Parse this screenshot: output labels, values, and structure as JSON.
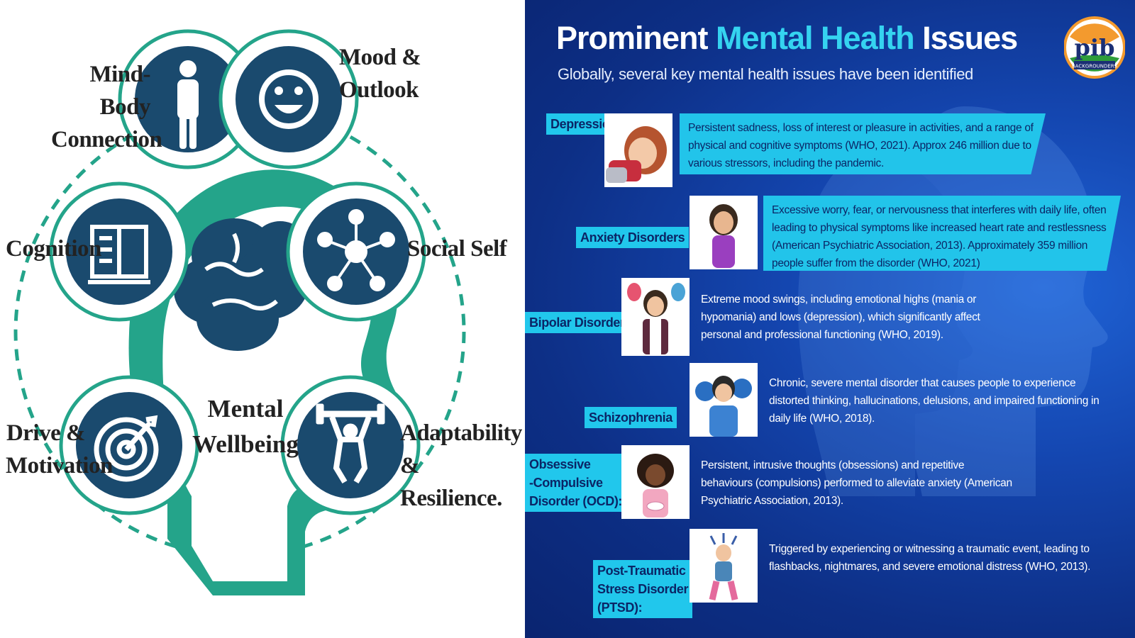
{
  "left": {
    "center_label": "Mental\nWellbeing",
    "labels": {
      "mind_body": "Mind-Body\nConnection",
      "mood": "Mood &\nOutlook",
      "cognition": "Cognition",
      "social": "Social Self",
      "drive": "Drive &\nMotivation",
      "adapt": "Adaptability &\nResilience."
    },
    "icons": [
      "person-icon",
      "smiley-icon",
      "book-icon",
      "network-icon",
      "target-icon",
      "weightlifter-icon",
      "brain-icon"
    ],
    "colors": {
      "teal": "#24a48a",
      "navy": "#1a4a6e",
      "ring_border": "#24a48a"
    }
  },
  "right": {
    "title_part1": "Prominent ",
    "title_highlight": "Mental Health",
    "title_part2": " Issues",
    "subtitle": "Globally, several key mental health issues have been identified",
    "logo_text": "pib",
    "logo_subtext": "BACKGROUNDERS",
    "issues": [
      {
        "name": "Depression",
        "description": "Persistent sadness, loss of interest or pleasure in activities, and a range of physical and cognitive symptoms (WHO, 2021). Approx 246 million due to various stressors, including the pandemic."
      },
      {
        "name": "Anxiety Disorders",
        "description": "Excessive worry, fear, or nervousness that interferes with daily life, often leading to physical symptoms like increased heart rate and restlessness (American Psychiatric Association, 2013). Approximately 359 million people suffer from the disorder (WHO, 2021)"
      },
      {
        "name": "Bipolar Disorder",
        "description": "Extreme mood swings, including emotional highs (mania or hypomania) and lows (depression), which significantly affect personal and professional functioning (WHO, 2019)."
      },
      {
        "name": "Schizophrenia",
        "description": "Chronic, severe mental disorder that causes people to experience distorted thinking, hallucinations, delusions, and impaired functioning in daily life (WHO, 2018)."
      },
      {
        "name": "Obsessive\n-Compulsive\nDisorder (OCD):",
        "description": "Persistent, intrusive thoughts (obsessions) and repetitive behaviours (compulsions) performed to alleviate anxiety (American Psychiatric Association, 2013)."
      },
      {
        "name": "Post-Traumatic\nStress Disorder\n(PTSD):",
        "description": "Triggered by experiencing or witnessing a traumatic event, leading to flashbacks, nightmares, and severe emotional distress (WHO, 2013)."
      }
    ],
    "colors": {
      "accent": "#35d3f0",
      "tag_bg": "#21c7ec",
      "bg": "#1446b0"
    }
  }
}
